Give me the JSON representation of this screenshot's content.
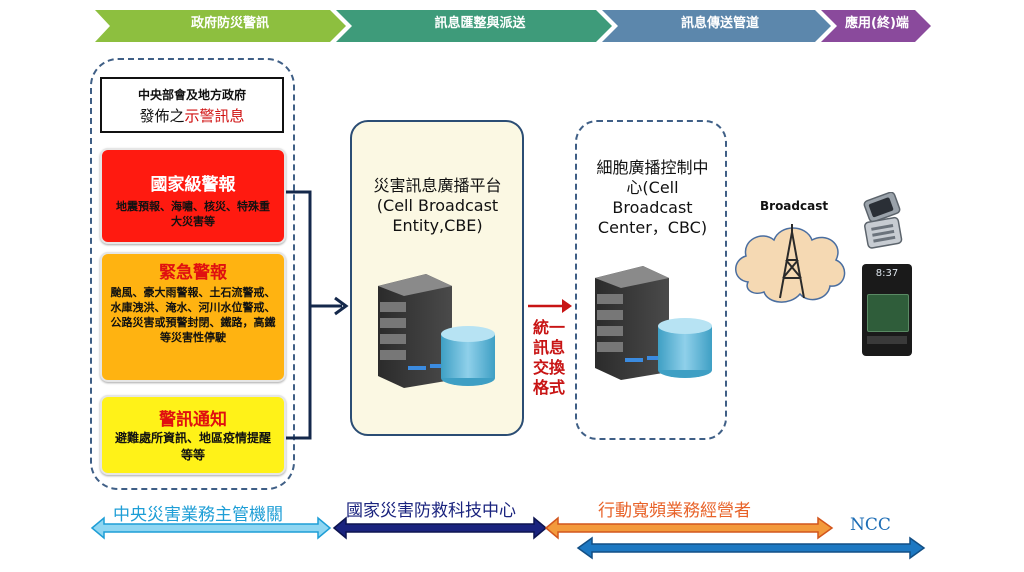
{
  "stages": [
    {
      "label": "政府防災警訊",
      "color": "#8dbf3f"
    },
    {
      "label": "訊息匯整與派送",
      "color": "#3e9b7a"
    },
    {
      "label": "訊息傳送管道",
      "color": "#5c87ac"
    },
    {
      "label": "應用(終)端",
      "color": "#8a4a9c"
    }
  ],
  "issuer": {
    "line1": "中央部會及地方政府",
    "line2_prefix": "發佈之",
    "line2_highlight": "示警訊息"
  },
  "alerts": [
    {
      "title": "國家級警報",
      "desc": "地震預報、海嘯、核災、特殊重大災害等",
      "color": "#ff1a10"
    },
    {
      "title": "緊急警報",
      "desc": "颱風、豪大雨警報、土石流警戒、水庫洩洪、淹水、河川水位警戒、公路災害或預警封閉、鐵路，高鐵等災害性停駛",
      "color": "#ffb311"
    },
    {
      "title": "警訊通知",
      "desc": "避難處所資訊、地區疫情提醒等等",
      "color": "#fff218"
    }
  ],
  "cbe": {
    "text": "災害訊息廣播平台(Cell Broadcast Entity,CBE)"
  },
  "exchange_label": "統一訊息交換格式",
  "cbc": {
    "text": "細胞廣播控制中心(Cell Broadcast Center，CBC)"
  },
  "broadcast_label": "Broadcast",
  "phone_time": "8:37",
  "bottom": [
    {
      "label": "中央災害業務主管機關",
      "color": "#1e9ed6"
    },
    {
      "label": "國家災害防救科技中心",
      "color": "#1a237e"
    },
    {
      "label": "行動寬頻業務經營者",
      "color": "#e8632a"
    },
    {
      "label": "NCC",
      "color": "#1b6cb5"
    }
  ]
}
